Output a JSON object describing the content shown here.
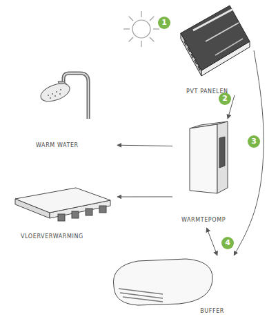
{
  "diagram": {
    "nodes": [
      {
        "text": [
          "PVT PANELEN"
        ]
      },
      {
        "text": [
          "WARM WATER"
        ]
      },
      {
        "text": [
          "WARMTEPOMP"
        ]
      },
      {
        "text": [
          "VLOERVERWARMING"
        ]
      },
      {
        "text": [
          "BUFFER"
        ]
      }
    ],
    "edges": [
      {
        "from": 0,
        "to": 2,
        "arrow": "to"
      },
      {
        "from": 0,
        "to": 4,
        "arrow": "to"
      },
      {
        "from": 2,
        "to": 1,
        "arrow": "to"
      },
      {
        "from": 2,
        "to": 3,
        "arrow": "to"
      },
      {
        "from": 2,
        "to": 4,
        "arrow": "both"
      }
    ],
    "labels": [
      "1",
      "2",
      "3",
      "4"
    ]
  }
}
